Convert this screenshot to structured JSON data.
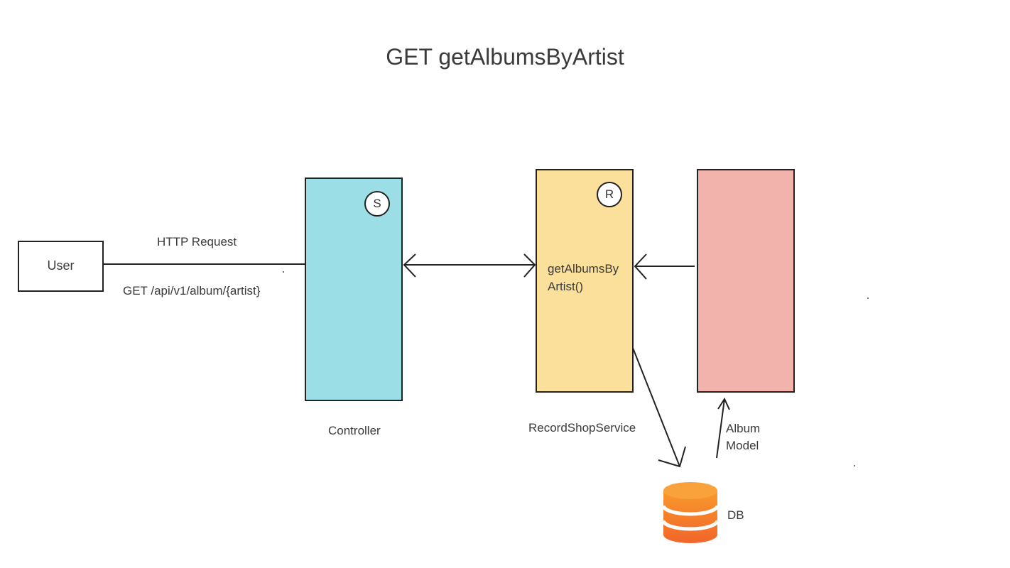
{
  "title": "GET getAlbumsByArtist",
  "user": {
    "label": "User"
  },
  "request": {
    "label": "HTTP Request",
    "endpoint": "GET /api/v1/album/{artist}"
  },
  "controller": {
    "label": "Controller",
    "badge": "S",
    "color": "#9cdee6"
  },
  "service": {
    "label": "RecordShopService",
    "badge": "R",
    "method_line1": "getAlbumsBy",
    "method_line2": "Artist()",
    "color": "#fbe09b"
  },
  "model": {
    "label_line1": "Album",
    "label_line2": "Model",
    "color": "#f2b3ad"
  },
  "db": {
    "label": "DB",
    "color": "#f5822a"
  }
}
